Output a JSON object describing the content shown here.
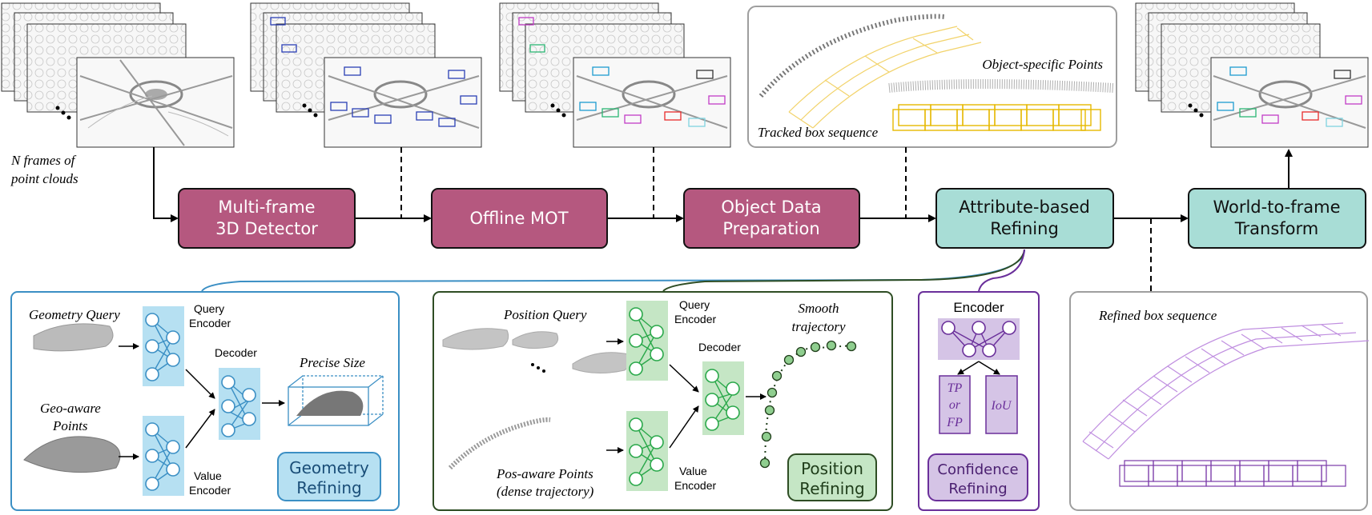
{
  "input": {
    "caption_line1": "N frames of",
    "caption_line2": "point clouds"
  },
  "pipeline": {
    "detector": {
      "line1": "Multi-frame",
      "line2": "3D Detector",
      "color": "#b5587f"
    },
    "mot": {
      "label": "Offline MOT",
      "color": "#b5587f"
    },
    "prep": {
      "line1": "Object Data",
      "line2": "Preparation",
      "color": "#b5587f"
    },
    "refining": {
      "line1": "Attribute-based",
      "line2": "Refining",
      "color": "#a8ddd6"
    },
    "transform": {
      "line1": "World-to-frame",
      "line2": "Transform",
      "color": "#a8ddd6"
    }
  },
  "object_panel": {
    "points_label": "Object-specific Points",
    "boxes_label": "Tracked box sequence"
  },
  "geometry": {
    "query_label": "Geometry Query",
    "points_label_1": "Geo-aware",
    "points_label_2": "Points",
    "query_encoder_1": "Query",
    "query_encoder_2": "Encoder",
    "decoder": "Decoder",
    "value_encoder_1": "Value",
    "value_encoder_2": "Encoder",
    "output_label": "Precise Size",
    "badge_1": "Geometry",
    "badge_2": "Refining",
    "color": "#3b8fc4"
  },
  "position": {
    "query_label": "Position Query",
    "points_label_1": "Pos-aware Points",
    "points_label_2": "(dense trajectory)",
    "query_encoder_1": "Query",
    "query_encoder_2": "Encoder",
    "decoder": "Decoder",
    "value_encoder_1": "Value",
    "value_encoder_2": "Encoder",
    "output_label_1": "Smooth",
    "output_label_2": "trajectory",
    "badge_1": "Position",
    "badge_2": "Refining",
    "color": "#2e4d24"
  },
  "confidence": {
    "encoder": "Encoder",
    "tp": "TP",
    "or": "or",
    "fp": "FP",
    "iou": "IoU",
    "badge_1": "Confidence",
    "badge_2": "Refining",
    "color": "#6a2f9a"
  },
  "refined": {
    "label": "Refined box sequence"
  }
}
